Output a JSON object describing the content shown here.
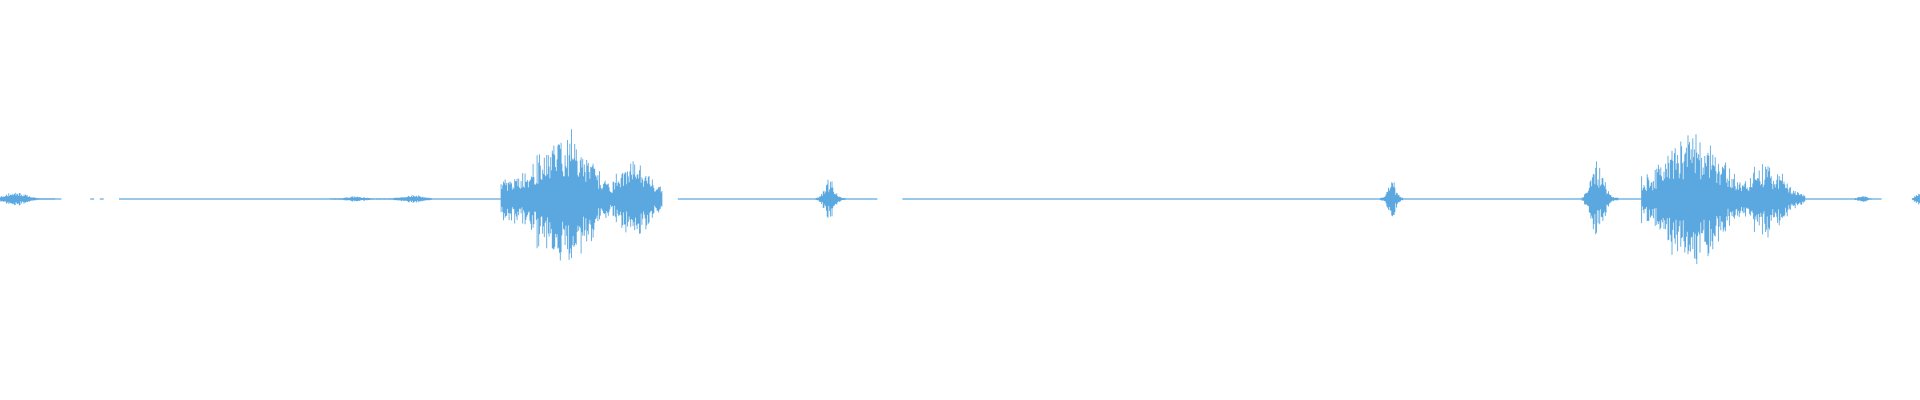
{
  "waveform": {
    "color": "#5ba8e0",
    "segments": [
      {
        "kind": "blip",
        "start": 0.0,
        "end": 0.029,
        "center": 0.008,
        "peak": 0.1
      },
      {
        "kind": "baseline",
        "start": 0.029,
        "end": 0.032
      },
      {
        "kind": "baseline",
        "start": 0.047,
        "end": 0.049
      },
      {
        "kind": "baseline",
        "start": 0.052,
        "end": 0.054
      },
      {
        "kind": "baseline",
        "start": 0.062,
        "end": 0.175
      },
      {
        "kind": "blip",
        "start": 0.172,
        "end": 0.196,
        "center": 0.185,
        "peak": 0.03
      },
      {
        "kind": "blip",
        "start": 0.196,
        "end": 0.225,
        "center": 0.215,
        "peak": 0.05
      },
      {
        "kind": "baseline",
        "start": 0.225,
        "end": 0.262
      },
      {
        "kind": "burst",
        "start": 0.261,
        "end": 0.345,
        "center": 0.293,
        "peak": 1.0
      },
      {
        "kind": "baseline",
        "start": 0.353,
        "end": 0.43
      },
      {
        "kind": "blip",
        "start": 0.425,
        "end": 0.44,
        "center": 0.432,
        "peak": 0.28
      },
      {
        "kind": "baseline",
        "start": 0.44,
        "end": 0.457
      },
      {
        "kind": "baseline",
        "start": 0.47,
        "end": 0.725
      },
      {
        "kind": "blip",
        "start": 0.719,
        "end": 0.731,
        "center": 0.725,
        "peak": 0.3
      },
      {
        "kind": "baseline",
        "start": 0.731,
        "end": 0.826
      },
      {
        "kind": "blip",
        "start": 0.824,
        "end": 0.843,
        "center": 0.832,
        "peak": 0.52
      },
      {
        "kind": "baseline",
        "start": 0.843,
        "end": 0.856
      },
      {
        "kind": "burst",
        "start": 0.855,
        "end": 0.94,
        "center": 0.882,
        "peak": 1.0
      },
      {
        "kind": "baseline",
        "start": 0.94,
        "end": 0.966
      },
      {
        "kind": "blip",
        "start": 0.966,
        "end": 0.975,
        "center": 0.97,
        "peak": 0.05
      },
      {
        "kind": "baseline",
        "start": 0.975,
        "end": 0.98
      },
      {
        "kind": "blip",
        "start": 0.996,
        "end": 1.0,
        "center": 1.0,
        "peak": 0.12
      }
    ]
  }
}
